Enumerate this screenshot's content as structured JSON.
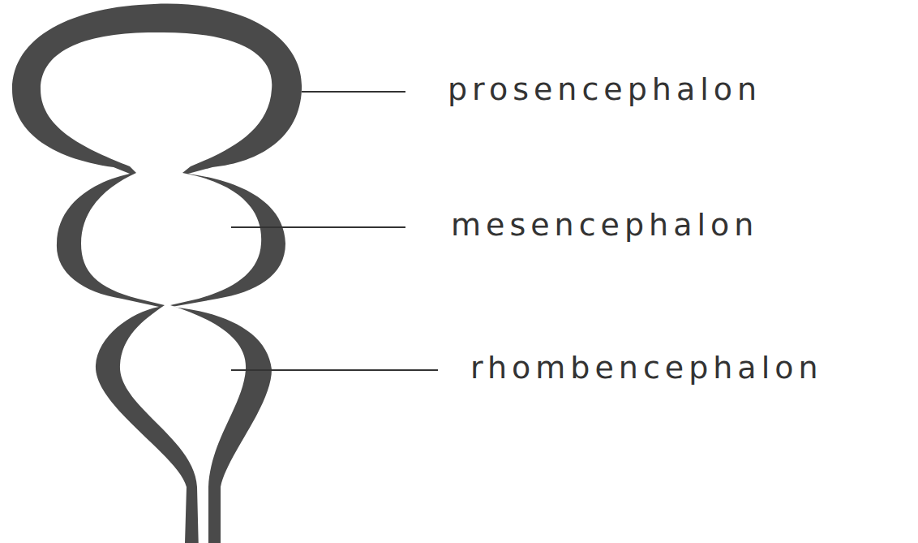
{
  "diagram": {
    "labels": [
      "prosencephalon",
      "mesencephalon",
      "rhombencephalon"
    ]
  }
}
